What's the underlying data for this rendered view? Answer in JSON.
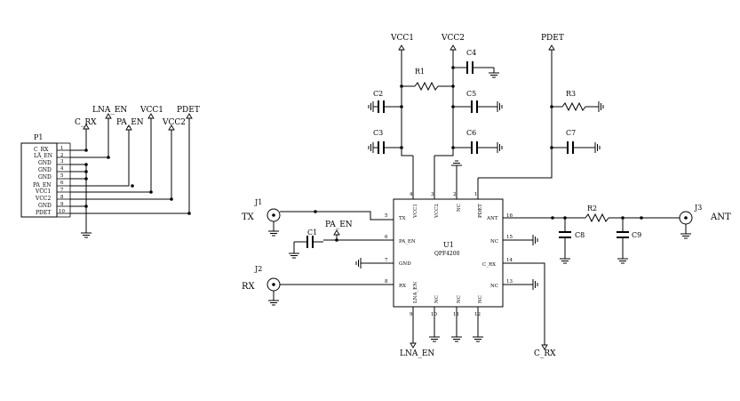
{
  "connector": {
    "ref": "P1",
    "pins": [
      {
        "num": "1",
        "label": "C_RX"
      },
      {
        "num": "2",
        "label": "LA_EN"
      },
      {
        "num": "3",
        "label": "GND"
      },
      {
        "num": "4",
        "label": "GND"
      },
      {
        "num": "5",
        "label": "GND"
      },
      {
        "num": "6",
        "label": "PA_EN"
      },
      {
        "num": "7",
        "label": "VCC1"
      },
      {
        "num": "8",
        "label": "VCC2"
      },
      {
        "num": "9",
        "label": "GND"
      },
      {
        "num": "10",
        "label": "PDET"
      }
    ],
    "nets": {
      "c_rx": "C_RX",
      "lna_en": "LNA_EN",
      "pa_en": "PA_EN",
      "vcc1": "VCC1",
      "vcc2": "VCC2",
      "pdet": "PDET"
    }
  },
  "ic": {
    "ref": "U1",
    "part": "QPF4200",
    "pins": {
      "p1": {
        "num": "1",
        "name": "PDET"
      },
      "p2": {
        "num": "2",
        "name": "NC"
      },
      "p3": {
        "num": "3",
        "name": "VCC2"
      },
      "p4": {
        "num": "4",
        "name": "VCC1"
      },
      "p5": {
        "num": "5",
        "name": "TX"
      },
      "p6": {
        "num": "6",
        "name": "PA_EN"
      },
      "p7": {
        "num": "7",
        "name": "GND"
      },
      "p8": {
        "num": "8",
        "name": "RX"
      },
      "p9": {
        "num": "9",
        "name": "LNA_EN"
      },
      "p10": {
        "num": "10",
        "name": "NC"
      },
      "p11": {
        "num": "11",
        "name": "NC"
      },
      "p12": {
        "num": "12",
        "name": "NC"
      },
      "p13": {
        "num": "13",
        "name": "NC"
      },
      "p14": {
        "num": "14",
        "name": "C_RX"
      },
      "p15": {
        "num": "15",
        "name": "NC"
      },
      "p16": {
        "num": "16",
        "name": "ANT"
      }
    }
  },
  "components": {
    "r1": "R1",
    "r2": "R2",
    "r3": "R3",
    "c1": "C1",
    "c2": "C2",
    "c3": "C3",
    "c4": "C4",
    "c5": "C5",
    "c6": "C6",
    "c7": "C7",
    "c8": "C8",
    "c9": "C9",
    "j1": "J1",
    "j2": "J2",
    "j3": "J3"
  },
  "nets": {
    "vcc1": "VCC1",
    "vcc2": "VCC2",
    "pdet": "PDET",
    "pa_en": "PA_EN",
    "lna_en": "LNA_EN",
    "c_rx": "C_RX"
  },
  "ports": {
    "tx": "TX",
    "rx": "RX",
    "ant": "ANT"
  }
}
